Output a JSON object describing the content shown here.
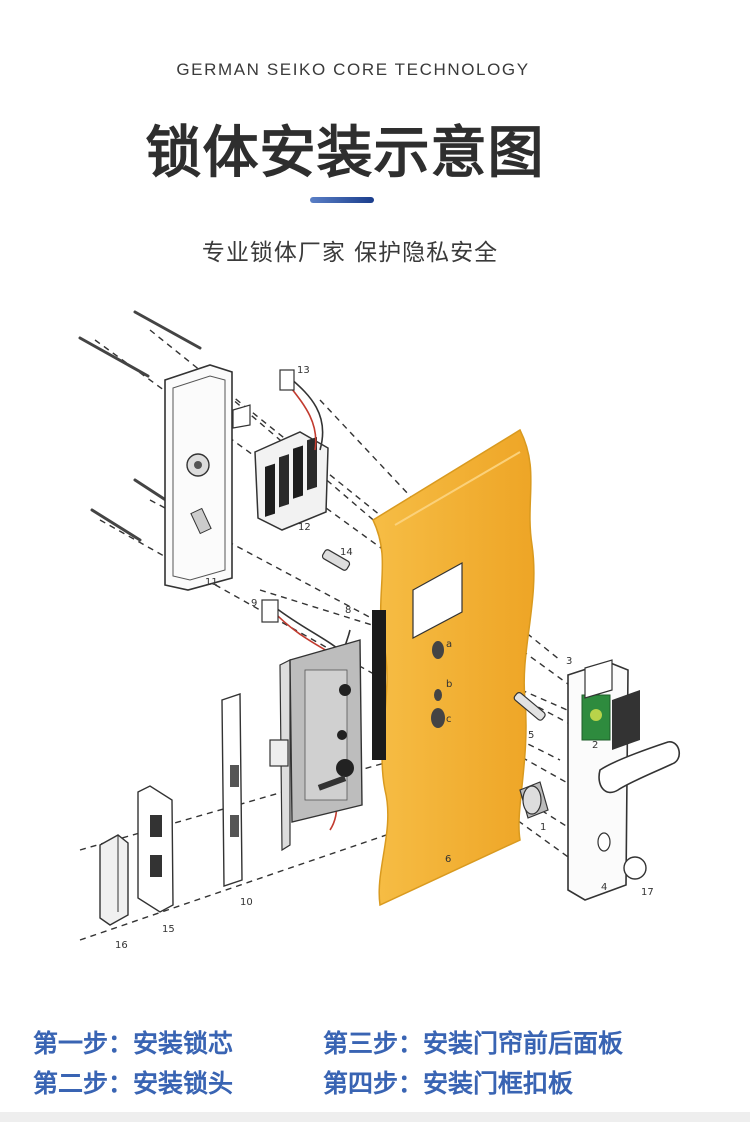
{
  "header": {
    "tagline": "GERMAN SEIKO CORE TECHNOLOGY",
    "title": "锁体安装示意图",
    "subtitle": "专业锁体厂家  保护隐私安全"
  },
  "diagram": {
    "part_labels": [
      "13",
      "12",
      "14",
      "11",
      "9",
      "8",
      "3",
      "2",
      "5",
      "1",
      "10",
      "15",
      "16",
      "6",
      "4",
      "17"
    ],
    "hole_labels": [
      "a",
      "b",
      "c"
    ],
    "colors": {
      "door": "#f3b233",
      "door_edge": "#d99a1f",
      "pcb": "#2e8b3e",
      "wire": "#c23b2f"
    }
  },
  "steps": [
    {
      "label": "第一步：安装锁芯"
    },
    {
      "label": "第三步：安装门帘前后面板"
    },
    {
      "label": "第二步：安装锁头"
    },
    {
      "label": "第四步：安装门框扣板"
    }
  ]
}
